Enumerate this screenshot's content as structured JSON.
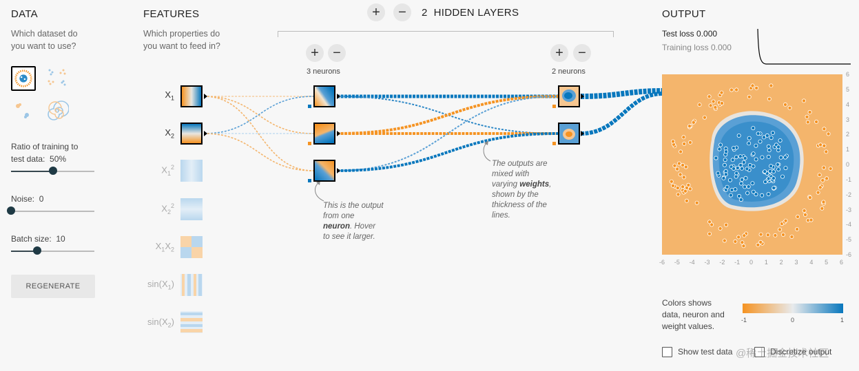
{
  "data_section": {
    "title": "DATA",
    "question": [
      "Which dataset do",
      "you want to use?"
    ],
    "ratio_label": [
      "Ratio of training to",
      "test data:"
    ],
    "ratio_value": "50%",
    "ratio_fraction": 0.5,
    "noise_label": "Noise:",
    "noise_value": "0",
    "noise_fraction": 0.0,
    "batch_label": "Batch size:",
    "batch_value": "10",
    "batch_fraction": 0.31,
    "regenerate_label": "REGENERATE"
  },
  "features_section": {
    "title": "FEATURES",
    "question": [
      "Which properties do",
      "you want to feed in?"
    ],
    "features": [
      {
        "base": "X",
        "sub": "1",
        "sup": "",
        "active": true
      },
      {
        "base": "X",
        "sub": "2",
        "sup": "",
        "active": true
      },
      {
        "base": "X",
        "sub": "1",
        "sup": "2",
        "active": false
      },
      {
        "base": "X",
        "sub": "2",
        "sup": "2",
        "active": false
      },
      {
        "base": "X",
        "sub": "1",
        "sup": "",
        "base2": "X",
        "sub2": "2",
        "active": false
      },
      {
        "base": "sin(X",
        "sub": "1",
        "tail": ")",
        "active": false
      },
      {
        "base": "sin(X",
        "sub": "2",
        "tail": ")",
        "active": false
      }
    ]
  },
  "network": {
    "layers_count": "2",
    "layers_label": "HIDDEN LAYERS",
    "layer1_neurons_label": "3 neurons",
    "layer2_neurons_label": "2 neurons",
    "add_symbol": "+",
    "remove_symbol": "−"
  },
  "annotations": {
    "neuron_note": [
      "This is the output",
      "from one",
      "neuron",
      ". Hover",
      "to see it larger."
    ],
    "weights_note": [
      "The outputs are",
      "mixed with",
      "varying ",
      "weights",
      ",",
      "shown by the",
      "thickness of the",
      "lines."
    ]
  },
  "output_section": {
    "title": "OUTPUT",
    "test_loss_label": "Test loss",
    "test_loss_value": "0.000",
    "training_loss_label": "Training loss",
    "training_loss_value": "0.000",
    "axis_ticks": [
      "-6",
      "-5",
      "-4",
      "-3",
      "-2",
      "-1",
      "0",
      "1",
      "2",
      "3",
      "4",
      "5",
      "6"
    ],
    "legend_text": [
      "Colors shows",
      "data, neuron and",
      "weight values."
    ],
    "legend_ticks": [
      "-1",
      "0",
      "1"
    ],
    "show_test_data_label": "Show test data",
    "discretize_label": "Discretize output",
    "watermark": "@稀土掘金技术社区"
  },
  "colors": {
    "orange": "#f59322",
    "blue": "#0877bd",
    "light_orange": "#f4b56c",
    "light_blue": "#5aa0d5",
    "background": "#f7f7f7"
  },
  "icons": {
    "add": "plus-icon",
    "remove": "minus-icon",
    "checkbox": "checkbox-icon"
  }
}
